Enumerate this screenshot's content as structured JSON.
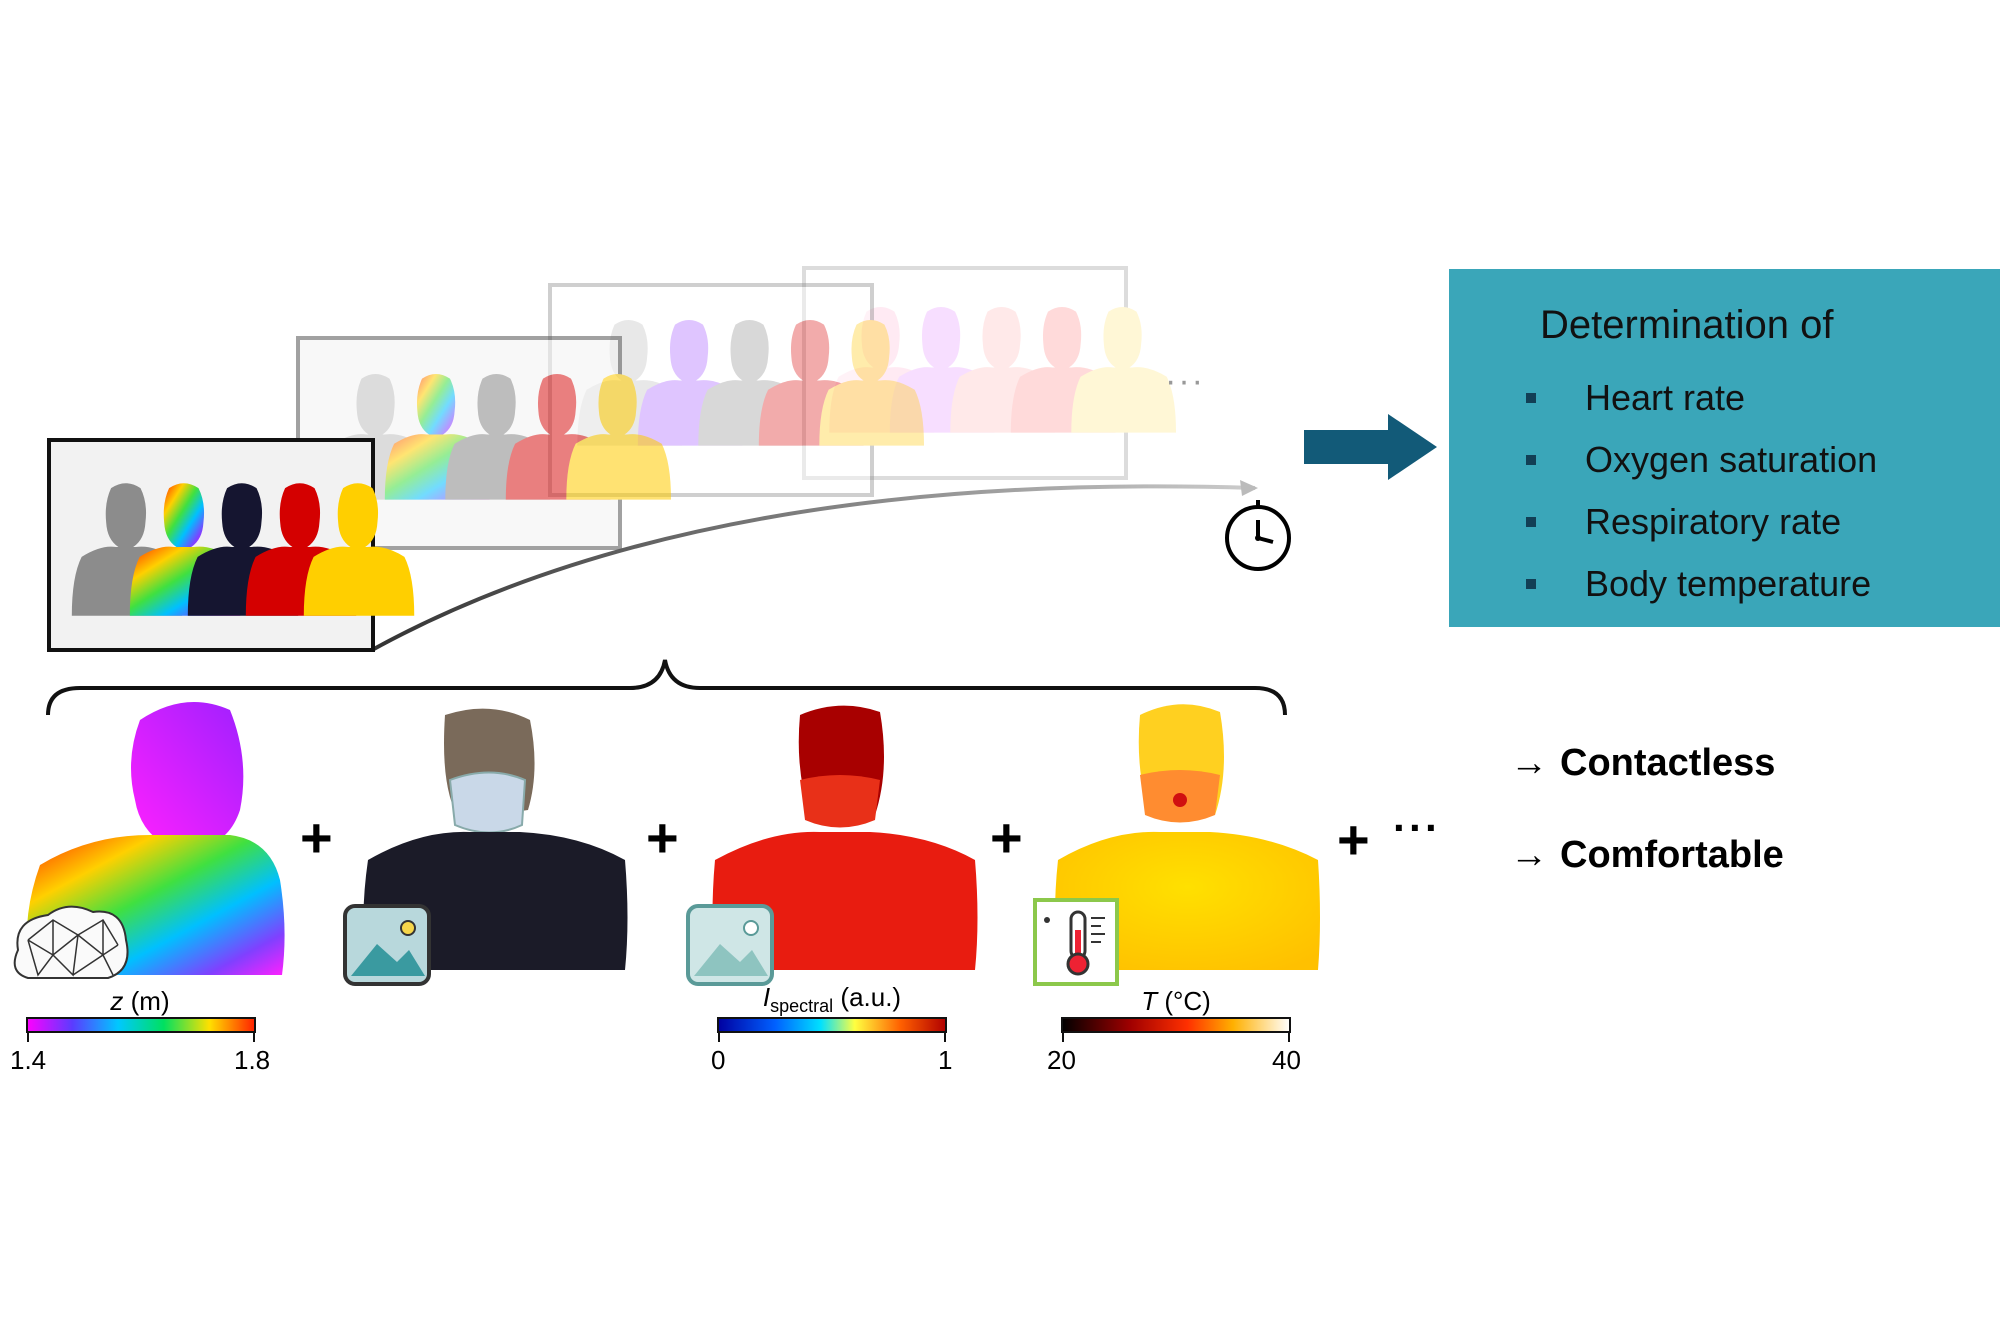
{
  "infobox": {
    "title": "Determination of",
    "items": [
      {
        "label": "Heart rate"
      },
      {
        "label": "Oxygen saturation"
      },
      {
        "label": "Respiratory rate"
      },
      {
        "label": "Body temperature"
      }
    ],
    "background": "#3aa6b9",
    "bullet_color": "#123f55"
  },
  "benefits": [
    {
      "arrow": "→",
      "label": "Contactless"
    },
    {
      "arrow": "→",
      "label": "Comfortable"
    }
  ],
  "operators": {
    "plus": "+",
    "ellipsis": "···",
    "frames_ellipsis": "···"
  },
  "arrow_color": "#125a78",
  "colorbars": {
    "depth": {
      "symbol": "z",
      "unit": "(m)",
      "min": "1.4",
      "max": "1.8"
    },
    "spectral": {
      "symbol": "I",
      "subscript": "spectral",
      "unit": "(a.u.)",
      "min": "0",
      "max": "1"
    },
    "thermal": {
      "symbol": "T",
      "unit": "(°C)",
      "min": "20",
      "max": "40"
    }
  },
  "icons": [
    "point-cloud-icon",
    "image-icon",
    "spectral-image-icon",
    "thermometer-icon",
    "clock-icon"
  ]
}
